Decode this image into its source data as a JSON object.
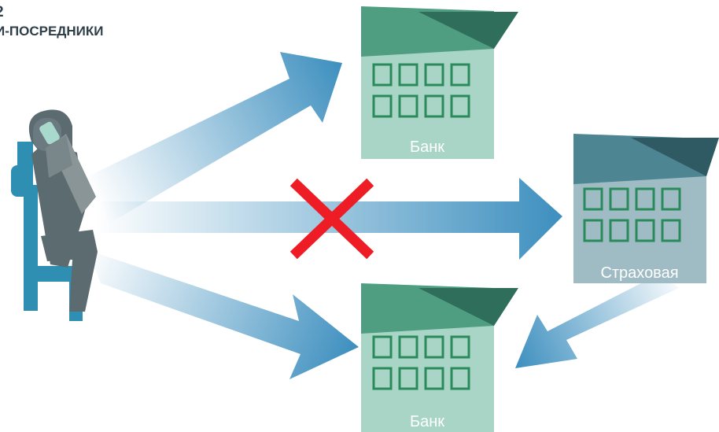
{
  "heading": {
    "number": "2",
    "title": "И-ПОСРЕДНИКИ"
  },
  "buildings": [
    {
      "id": "bank-top",
      "label": "Банк"
    },
    {
      "id": "insurance",
      "label": "Страховая"
    },
    {
      "id": "bank-bottom",
      "label": "Банк"
    }
  ],
  "colors": {
    "bank_body": "#a9d5c6",
    "bank_roof": "#4f9e81",
    "bank_roof_dark": "#2f6e5a",
    "insurance_body": "#9fbcc5",
    "insurance_roof": "#4e8593",
    "insurance_roof_dark": "#2f5a63",
    "window_border": "#2a8a5c",
    "arrow": "#3d8fbf",
    "cross": "#ee1c24",
    "person_dark": "#5c6b70",
    "person_blue": "#2f8fb2"
  },
  "icons": {
    "person": "person-on-phone-icon",
    "blocked": "red-cross-icon"
  }
}
